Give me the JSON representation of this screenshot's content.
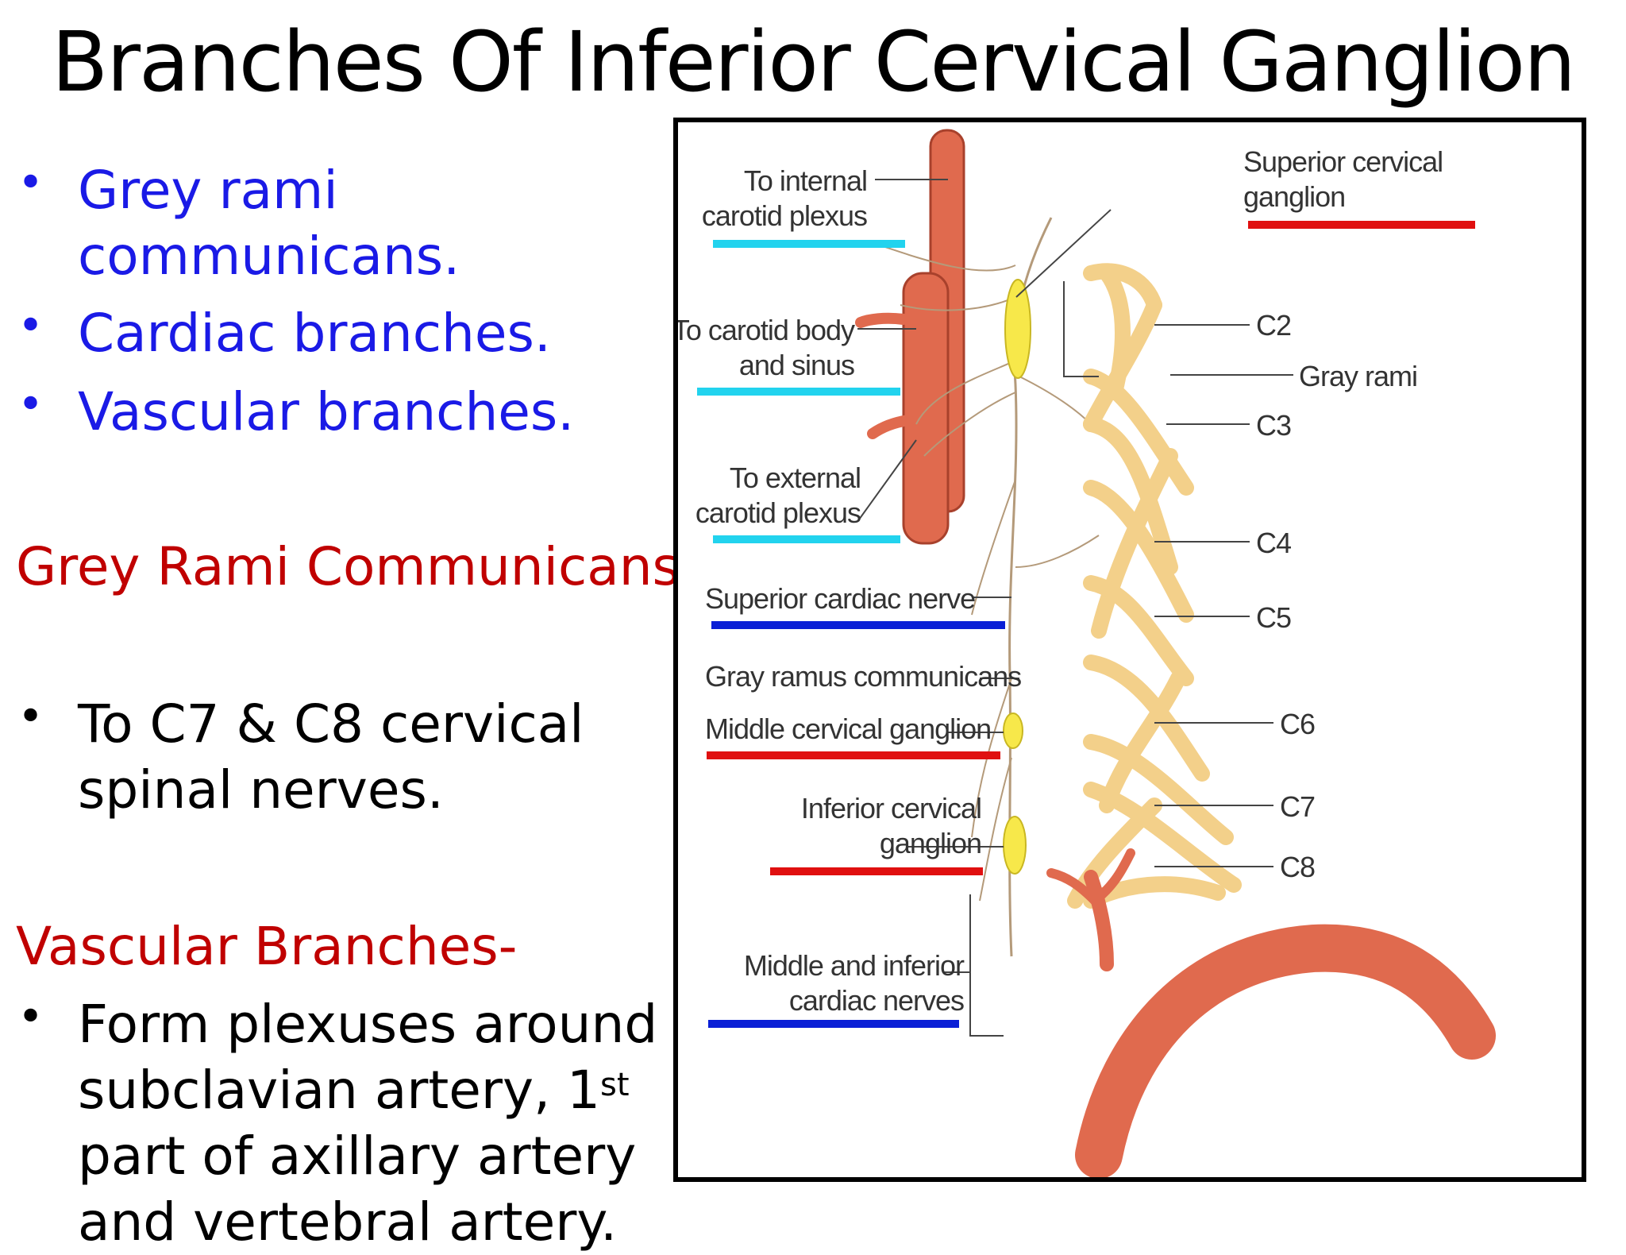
{
  "slide": {
    "title": "Branches Of Inferior Cervical Ganglion",
    "list": [
      "Grey rami communicans.",
      "Cardiac branches.",
      "Vascular branches."
    ],
    "grey_heading": "Grey Rami Communicans-",
    "grey_text": "To C7 & C8 cervical spinal nerves.",
    "vascular_heading": "Vascular Branches-",
    "vascular_text_a": "Form plexuses around subclavian artery, 1",
    "vascular_sup": "st",
    "vascular_text_b": " part of axillary artery and vertebral artery."
  },
  "figure": {
    "labels": {
      "internal_carotid_1": "To internal",
      "internal_carotid_2": "carotid plexus",
      "carotid_body_1": "To carotid body",
      "carotid_body_2": "and sinus",
      "external_carotid_1": "To external",
      "external_carotid_2": "carotid plexus",
      "superior_cardiac": "Superior cardiac nerve",
      "gray_ramus": "Gray ramus communicans",
      "middle_ganglion": "Middle cervical ganglion",
      "inferior_ganglion_1": "Inferior cervical",
      "inferior_ganglion_2": "ganglion",
      "mid_inf_cardiac_1": "Middle and inferior",
      "mid_inf_cardiac_2": "cardiac nerves",
      "superior_ganglion_1": "Superior cervical",
      "superior_ganglion_2": "ganglion",
      "c2": "C2",
      "gray_rami": "Gray rami",
      "c3": "C3",
      "c4": "C4",
      "c5": "C5",
      "c6": "C6",
      "c7": "C7",
      "c8": "C8"
    }
  },
  "colors": {
    "list_text": "#1a1ae6",
    "heading_text": "#c00000",
    "underline_cyan": "#22d3ee",
    "underline_blue": "#0a1fd6",
    "underline_red": "#e01010",
    "artery": "#e06a4e",
    "nerve": "#f3d08a",
    "ganglion": "#f7e84a"
  }
}
